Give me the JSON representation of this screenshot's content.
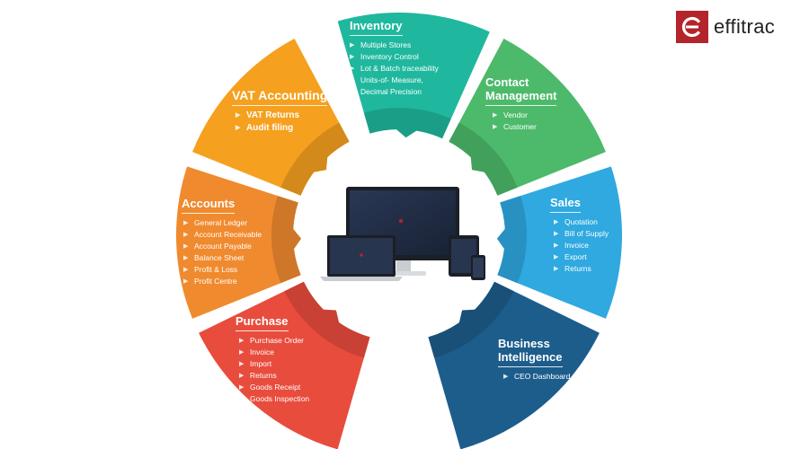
{
  "brand": {
    "name": "effitrac",
    "color": "#b3242b",
    "icon": "effitrac-e-logo"
  },
  "segments": [
    {
      "id": "inventory",
      "title": "Inventory",
      "color": "#1fb89e",
      "items": [
        "Multiple Stores",
        "Inventory Control",
        "Lot & Batch traceability",
        "Units-of- Measure,\nDecimal Precision"
      ]
    },
    {
      "id": "contact",
      "title": "Contact\nManagement",
      "color": "#4cba6a",
      "items": [
        "Vendor",
        "Customer"
      ]
    },
    {
      "id": "sales",
      "title": "Sales",
      "color": "#2fa9e0",
      "items": [
        "Quotation",
        "Bill of Supply",
        "Invoice",
        "Export",
        "Returns"
      ]
    },
    {
      "id": "bi",
      "title": "Business\nIntelligence",
      "color": "#1d5d8c",
      "items": [
        "CEO Dashboard"
      ]
    },
    {
      "id": "purchase",
      "title": "Purchase",
      "color": "#e84c3d",
      "items": [
        "Purchase Order",
        "Invoice",
        "Import",
        "Returns",
        "Goods Receipt",
        "Goods Inspection"
      ]
    },
    {
      "id": "accounts",
      "title": "Accounts",
      "color": "#f08a2e",
      "items": [
        "General Ledger",
        "Account Receivable",
        "Account Payable",
        "Balance Sheet",
        "Profit & Loss",
        "Profit Centre"
      ]
    },
    {
      "id": "vat",
      "title": "VAT Accounting",
      "color": "#f5a01e",
      "items": [
        "VAT Returns",
        "Audit filing"
      ]
    }
  ],
  "center_image": {
    "icon": "devices-mockup",
    "description_label": ""
  }
}
